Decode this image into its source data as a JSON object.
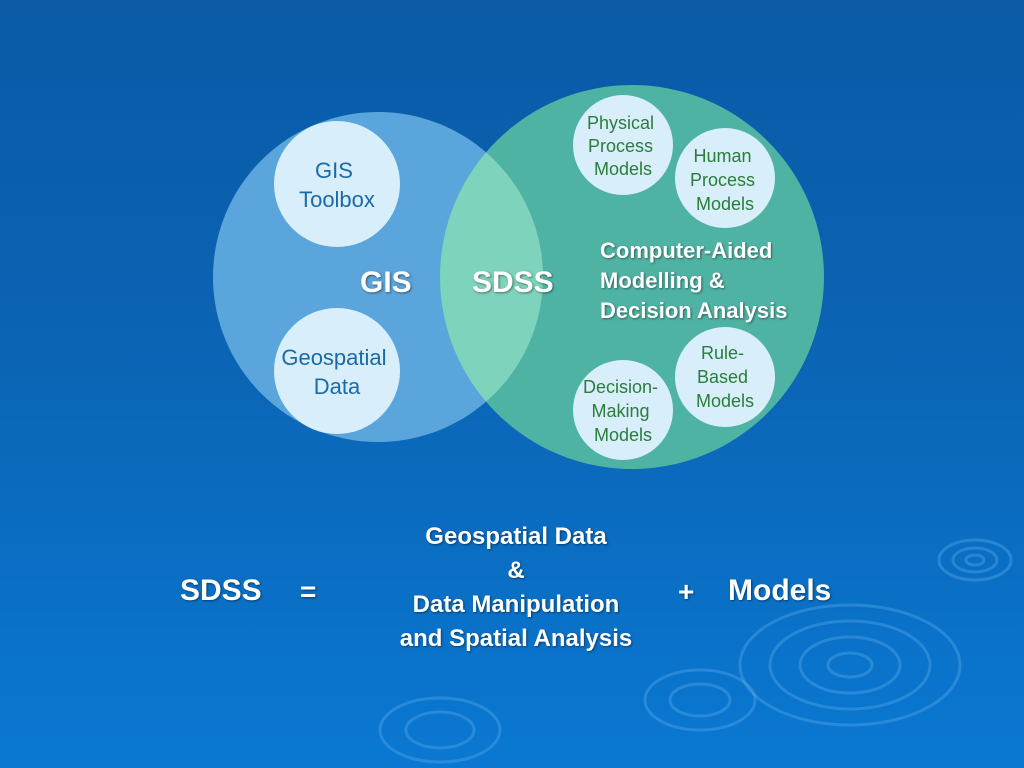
{
  "diagram": {
    "left_circle_label": "GIS",
    "overlap_label": "SDSS",
    "right_circle_label": [
      "Computer-Aided",
      "Modelling &",
      "Decision Analysis"
    ],
    "left_bubbles": {
      "toolbox": [
        "GIS",
        "Toolbox"
      ],
      "data": [
        "Geospatial",
        "Data"
      ]
    },
    "right_bubbles": {
      "physical": [
        "Physical",
        "Process",
        "Models"
      ],
      "human": [
        "Human",
        "Process",
        "Models"
      ],
      "decision": [
        "Decision-",
        "Making",
        "Models"
      ],
      "rule": [
        "Rule-",
        "Based",
        "Models"
      ]
    }
  },
  "equation": {
    "left": "SDSS",
    "equals": "=",
    "middle": [
      "Geospatial Data",
      "&",
      "Data Manipulation",
      "and Spatial Analysis"
    ],
    "plus": "+",
    "right": "Models"
  },
  "colors": {
    "background": "#0b64b4",
    "gis_circle": "#5aa5dc",
    "sdss_circle": "#4fb3a4",
    "overlap": "#7dd3bc",
    "bubble": "#d8eefa"
  }
}
